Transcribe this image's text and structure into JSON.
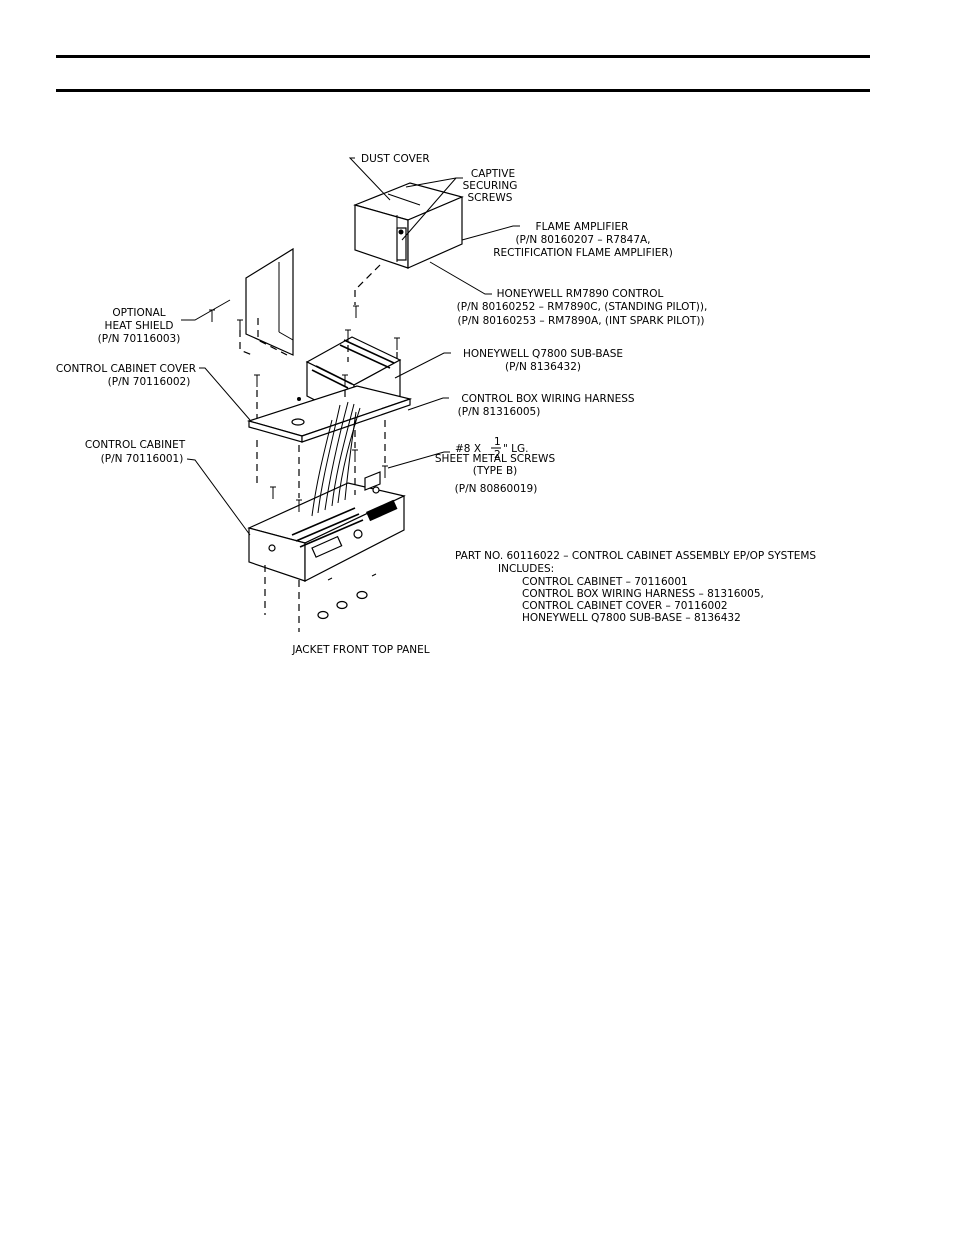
{
  "labels": {
    "dust_cover": "DUST COVER",
    "captive_1": "CAPTIVE",
    "captive_2": "SECURING",
    "captive_3": "SCREWS",
    "flame_amp_1": "FLAME AMPLIFIER",
    "flame_amp_2": "(P/N 80160207 – R7847A,",
    "flame_amp_3": "RECTIFICATION FLAME AMPLIFIER)",
    "rm7890_1": "HONEYWELL RM7890 CONTROL",
    "rm7890_2": "(P/N 80160252 – RM7890C, (STANDING PILOT)),",
    "rm7890_3": "(P/N 80160253 – RM7890A, (INT SPARK PILOT))",
    "heat_shield_1": "OPTIONAL",
    "heat_shield_2": "HEAT SHIELD",
    "heat_shield_3": "(P/N 70116003)",
    "subbase_1": "HONEYWELL Q7800 SUB-BASE",
    "subbase_2": "(P/N 8136432)",
    "cover_1": "CONTROL CABINET COVER",
    "cover_2": "(P/N 70116002)",
    "harness_1": "CONTROL BOX WIRING HARNESS",
    "harness_2": "(P/N 81316005)",
    "cabinet_1": "CONTROL CABINET",
    "cabinet_2": "(P/N 70116001)",
    "screws_1_pre": "#8 X",
    "screws_1_num": "1",
    "screws_1_den": "2",
    "screws_1_post": "\" LG.",
    "screws_2": "SHEET METAL SCREWS",
    "screws_3": "(TYPE B)",
    "screws_4": "(P/N 80860019)",
    "jacket": "JACKET FRONT TOP PANEL"
  },
  "assembly_note": {
    "title": "PART NO. 60116022 – CONTROL CABINET ASSEMBLY EP/OP SYSTEMS",
    "includes": "INCLUDES:",
    "items": [
      "CONTROL CABINET – 70116001",
      "CONTROL BOX WIRING HARNESS – 81316005,",
      "CONTROL CABINET COVER – 70116002",
      "HONEYWELL Q7800 SUB-BASE – 8136432"
    ]
  }
}
